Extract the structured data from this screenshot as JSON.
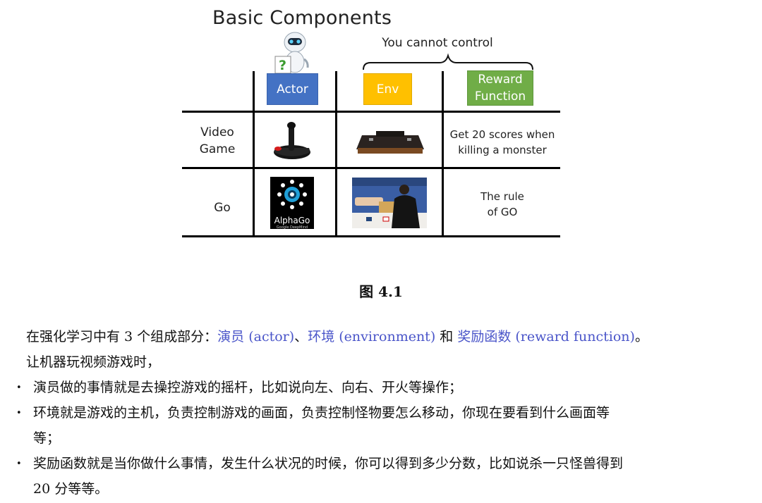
{
  "figure": {
    "title": "Basic Components",
    "brace_label": "You cannot control",
    "headers": {
      "actor": "Actor",
      "env": "Env",
      "reward_line1": "Reward",
      "reward_line2": "Function"
    },
    "rows": [
      {
        "label_line1": "Video",
        "label_line2": "Game",
        "reward_line1": "Get 20 scores when",
        "reward_line2": "killing a monster"
      },
      {
        "label_line1": "Go",
        "reward_line1": "The rule",
        "reward_line2": "of GO"
      }
    ],
    "alphago_logo": "AlphaGo",
    "alphago_sub": "Google DeepMind",
    "robot_question": "?",
    "caption": "图 4.1"
  },
  "text": {
    "p1_a": "在强化学习中有 3 个组成部分：",
    "p1_actor": "演员 (actor)",
    "p1_sep": "、",
    "p1_env": "环境 (environment)",
    "p1_and": " 和 ",
    "p1_reward": "奖励函数 (reward function)",
    "p1_end": "。",
    "p2": "让机器玩视频游戏时，",
    "b1": "演员做的事情就是去操控游戏的摇杆，比如说向左、向右、开火等操作；",
    "b2_l1": "环境就是游戏的主机，负责控制游戏的画面，负责控制怪物要怎么移动，你现在要看到什么画面等",
    "b2_l2": "等；",
    "b3_l1": "奖励函数就是当你做什么事情，发生什么状况的时候，你可以得到多少分数，比如说杀一只怪兽得到",
    "b3_l2": "20 分等等。",
    "bullet_symbol": "•"
  },
  "colors": {
    "actor": "#4472c4",
    "env": "#ffc000",
    "reward": "#70ad47",
    "link": "#4a55c9"
  }
}
